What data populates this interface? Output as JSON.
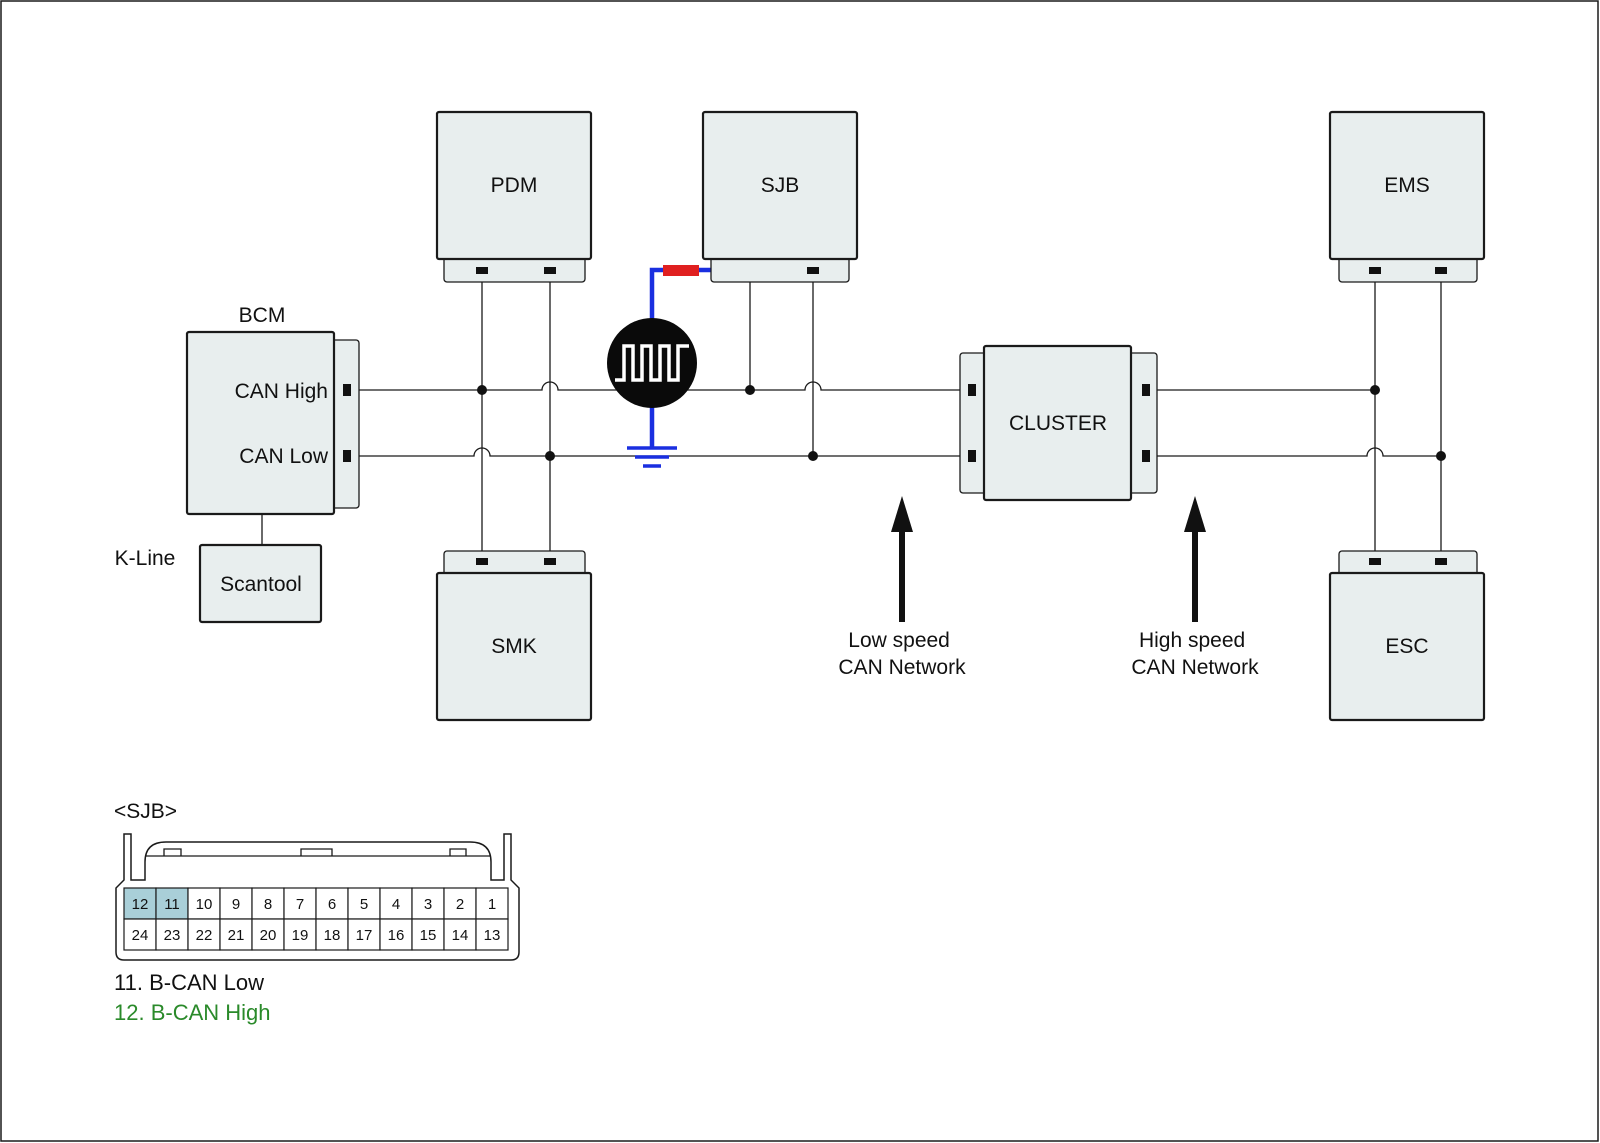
{
  "modules": {
    "pdm": "PDM",
    "sjb": "SJB",
    "ems": "EMS",
    "bcm": "BCM",
    "cluster": "CLUSTER",
    "smk": "SMK",
    "esc": "ESC",
    "scantool": "Scantool"
  },
  "bcm_pins": {
    "can_high": "CAN High",
    "can_low": "CAN Low"
  },
  "k_line": "K-Line",
  "arrows": {
    "low_speed": [
      "Low speed",
      "CAN Network"
    ],
    "high_speed": [
      "High speed",
      "CAN Network"
    ]
  },
  "connector": {
    "title": "<SJB>",
    "top_row": [
      "12",
      "11",
      "10",
      "9",
      "8",
      "7",
      "6",
      "5",
      "4",
      "3",
      "2",
      "1"
    ],
    "bottom_row": [
      "24",
      "23",
      "22",
      "21",
      "20",
      "19",
      "18",
      "17",
      "16",
      "15",
      "14",
      "13"
    ],
    "highlighted": [
      "12",
      "11"
    ]
  },
  "pin_legend": [
    {
      "text": "11. B-CAN Low",
      "color": "#111111"
    },
    {
      "text": "12. B-CAN High",
      "color": "#2a8a2a"
    }
  ],
  "colors": {
    "probe_lead": "#1a2fe0",
    "probe_red": "#e02020",
    "probe_green": "#1f9a2a",
    "highlight_cell": "#a9cfd8",
    "module_fill": "#e8eeee"
  }
}
